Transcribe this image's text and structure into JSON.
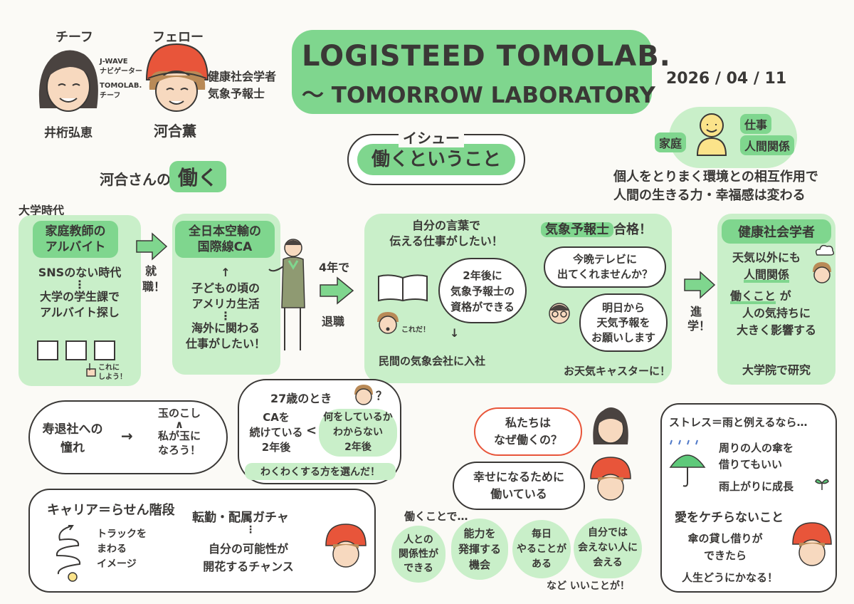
{
  "header": {
    "title": "LOGISTEED TOMOLAB.",
    "subtitle": "〜 TOMORROW LABORATORY",
    "date": "2026 / 04 / 11"
  },
  "speakers": {
    "chief": {
      "role": "チーフ",
      "name": "井桁弘恵",
      "description": [
        "J-WAVE",
        "ナビゲーター",
        "TOMOLAB.",
        "チーフ"
      ]
    },
    "fellow": {
      "role": "フェロー",
      "name": "河合薫",
      "description": [
        "健康社会学者",
        "気象予報士"
      ]
    }
  },
  "issue": {
    "label": "イシュー",
    "title": "働くということ"
  },
  "env": {
    "labels": [
      "家庭",
      "仕事",
      "人間関係"
    ],
    "text": [
      "個人をとりまく環境との相互作用で",
      "人間の生きる力・幸福感は変わる"
    ]
  },
  "kawai_work": {
    "prefix": "河合さんの",
    "highlight": "働く"
  },
  "university": {
    "label": "大学時代",
    "title": [
      "家庭教師の",
      "アルバイト"
    ],
    "lines": [
      "SNSのない時代",
      "⋮",
      "大学の学生課で",
      "アルバイト探し"
    ],
    "note": [
      "これに",
      "しよう！"
    ]
  },
  "arrows": {
    "shushoku": "就職！",
    "taishoku_top": "4年で",
    "taishoku_bottom": "退職",
    "shingaku": "進学！"
  },
  "ana": {
    "title": [
      "全日本空輸の",
      "国際線CA"
    ],
    "lines": [
      "子どもの頃の",
      "アメリカ生活",
      "⋮",
      "海外に関わる",
      "仕事がしたい！"
    ]
  },
  "weather": {
    "intro": [
      "自分の言葉で",
      "伝える仕事がしたい！"
    ],
    "bubble": [
      "2年後に",
      "気象予報士の",
      "資格ができる"
    ],
    "kore": "これだ！",
    "join": "民間の気象会社に入社",
    "pass_highlight": "気象予報士",
    "pass_suffix": "合格！",
    "tv": [
      "今晩テレビに",
      "出てくれませんか？"
    ],
    "forecast": [
      "明日から",
      "天気予報を",
      "お願いします"
    ],
    "caster": "お天気キャスターに！"
  },
  "health": {
    "title": "健康社会学者",
    "lines": [
      "天気以外にも",
      "人間関係",
      "働くこと",
      "が",
      "人の気持ちに",
      "大きく影響する"
    ],
    "research": "大学院で研究"
  },
  "marriage": {
    "left": [
      "寿退社への",
      "憧れ"
    ],
    "arrow": "→",
    "right": [
      "玉のこし",
      "∧",
      "私が玉に",
      "なろう！"
    ]
  },
  "age27": {
    "title": "27歳のとき",
    "q": "？",
    "left": [
      "CAを",
      "続けている",
      "2年後"
    ],
    "compare": "<",
    "right": [
      "何をしているか",
      "わからない",
      "2年後"
    ],
    "conclusion": "わくわくする方を選んだ！"
  },
  "why": {
    "question": [
      "私たちは",
      "なぜ働くの？"
    ],
    "answer": [
      "幸せになるために",
      "働いている"
    ]
  },
  "stress": {
    "title": "ストレス＝雨と例えるなら…",
    "umbrella": [
      "周りの人の傘を",
      "借りてもいい"
    ],
    "grow": "雨上がりに成長",
    "love": "愛をケチらないこと",
    "lend": [
      "傘の貸し借りが",
      "できたら"
    ],
    "life": "人生どうにかなる！"
  },
  "career": {
    "title": "キャリア＝らせん階段",
    "image": [
      "トラックを",
      "まわる",
      "イメージ"
    ],
    "gacha": "転勤・配属ガチャ",
    "dots": "⋮",
    "chance": [
      "自分の可能性が",
      "開花するチャンス"
    ]
  },
  "benefits": {
    "intro": "働くことで…",
    "items": [
      [
        "人との",
        "関係性が",
        "できる"
      ],
      [
        "能力を",
        "発揮する",
        "機会"
      ],
      [
        "毎日",
        "やることが",
        "ある"
      ],
      [
        "自分では",
        "会えない人に",
        "会える"
      ]
    ],
    "outro": "など いいことが！"
  },
  "colors": {
    "accent_green": "#7fd68e",
    "light_green": "#c9efc9",
    "ink": "#3a3836",
    "hat_orange": "#e8553a",
    "skin": "#f7d9bf",
    "hair_dark": "#4a4340",
    "hair_brown": "#b98a57",
    "figure_yellow": "#fbe38a",
    "umbrella_green": "#5ec97a",
    "rain_blue": "#4e78c8"
  },
  "icons": [
    "person-chief-icon",
    "person-fellow-icon",
    "smiley-figure-icon",
    "book-icon",
    "flight-attendant-icon",
    "pointing-hand-icon",
    "umbrella-icon",
    "sprout-icon",
    "spiral-staircase-icon",
    "cloud-icon",
    "arrow-right-icon"
  ]
}
